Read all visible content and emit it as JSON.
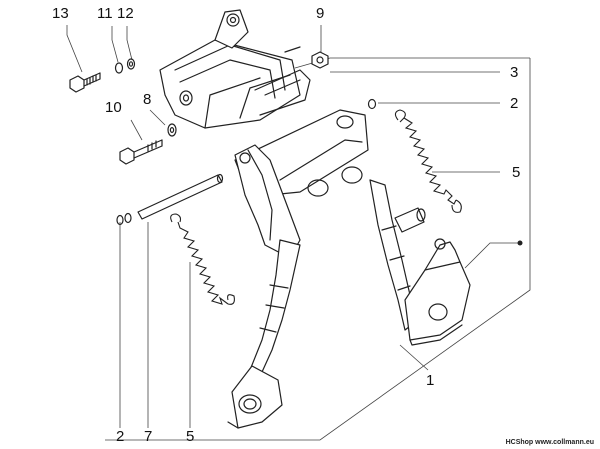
{
  "callouts": {
    "n13": "13",
    "n11": "11",
    "n12": "12",
    "n9": "9",
    "n3": "3",
    "n2_top": "2",
    "n10": "10",
    "n8": "8",
    "n5_right": "5",
    "n1": "1",
    "n2_bottom": "2",
    "n7": "7",
    "n5_bottom": "5"
  },
  "watermark": "HCShop www.collmann.eu"
}
